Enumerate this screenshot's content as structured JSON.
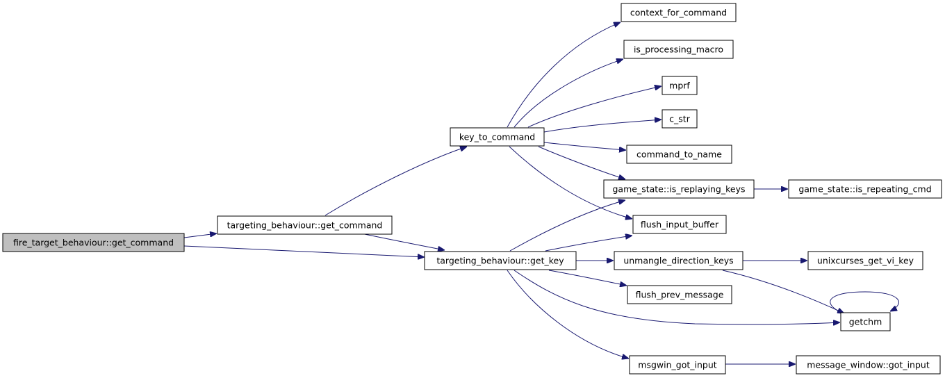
{
  "graph": {
    "nodes": {
      "fire_get_command": "fire_target_behaviour::get_command",
      "tb_get_command": "targeting_behaviour::get_command",
      "key_to_command": "key_to_command",
      "tb_get_key": "targeting_behaviour::get_key",
      "context_for_command": "context_for_command",
      "is_processing_macro": "is_processing_macro",
      "mprf": "mprf",
      "c_str": "c_str",
      "command_to_name": "command_to_name",
      "gs_is_replaying_keys": "game_state::is_replaying_keys",
      "gs_is_repeating_cmd": "game_state::is_repeating_cmd",
      "flush_input_buffer": "flush_input_buffer",
      "unmangle_direction_keys": "unmangle_direction_keys",
      "unixcurses_get_vi_key": "unixcurses_get_vi_key",
      "flush_prev_message": "flush_prev_message",
      "getchm": "getchm",
      "msgwin_got_input": "msgwin_got_input",
      "mw_got_input": "message_window::got_input"
    },
    "edges": [
      [
        "fire_get_command",
        "tb_get_command"
      ],
      [
        "fire_get_command",
        "tb_get_key"
      ],
      [
        "tb_get_command",
        "key_to_command"
      ],
      [
        "tb_get_command",
        "tb_get_key"
      ],
      [
        "key_to_command",
        "context_for_command"
      ],
      [
        "key_to_command",
        "is_processing_macro"
      ],
      [
        "key_to_command",
        "mprf"
      ],
      [
        "key_to_command",
        "c_str"
      ],
      [
        "key_to_command",
        "command_to_name"
      ],
      [
        "key_to_command",
        "gs_is_replaying_keys"
      ],
      [
        "key_to_command",
        "flush_input_buffer"
      ],
      [
        "tb_get_key",
        "gs_is_replaying_keys"
      ],
      [
        "tb_get_key",
        "flush_input_buffer"
      ],
      [
        "tb_get_key",
        "unmangle_direction_keys"
      ],
      [
        "tb_get_key",
        "flush_prev_message"
      ],
      [
        "tb_get_key",
        "getchm"
      ],
      [
        "tb_get_key",
        "msgwin_got_input"
      ],
      [
        "gs_is_replaying_keys",
        "gs_is_repeating_cmd"
      ],
      [
        "unmangle_direction_keys",
        "unixcurses_get_vi_key"
      ],
      [
        "unmangle_direction_keys",
        "getchm"
      ],
      [
        "getchm",
        "getchm"
      ],
      [
        "msgwin_got_input",
        "mw_got_input"
      ]
    ]
  }
}
